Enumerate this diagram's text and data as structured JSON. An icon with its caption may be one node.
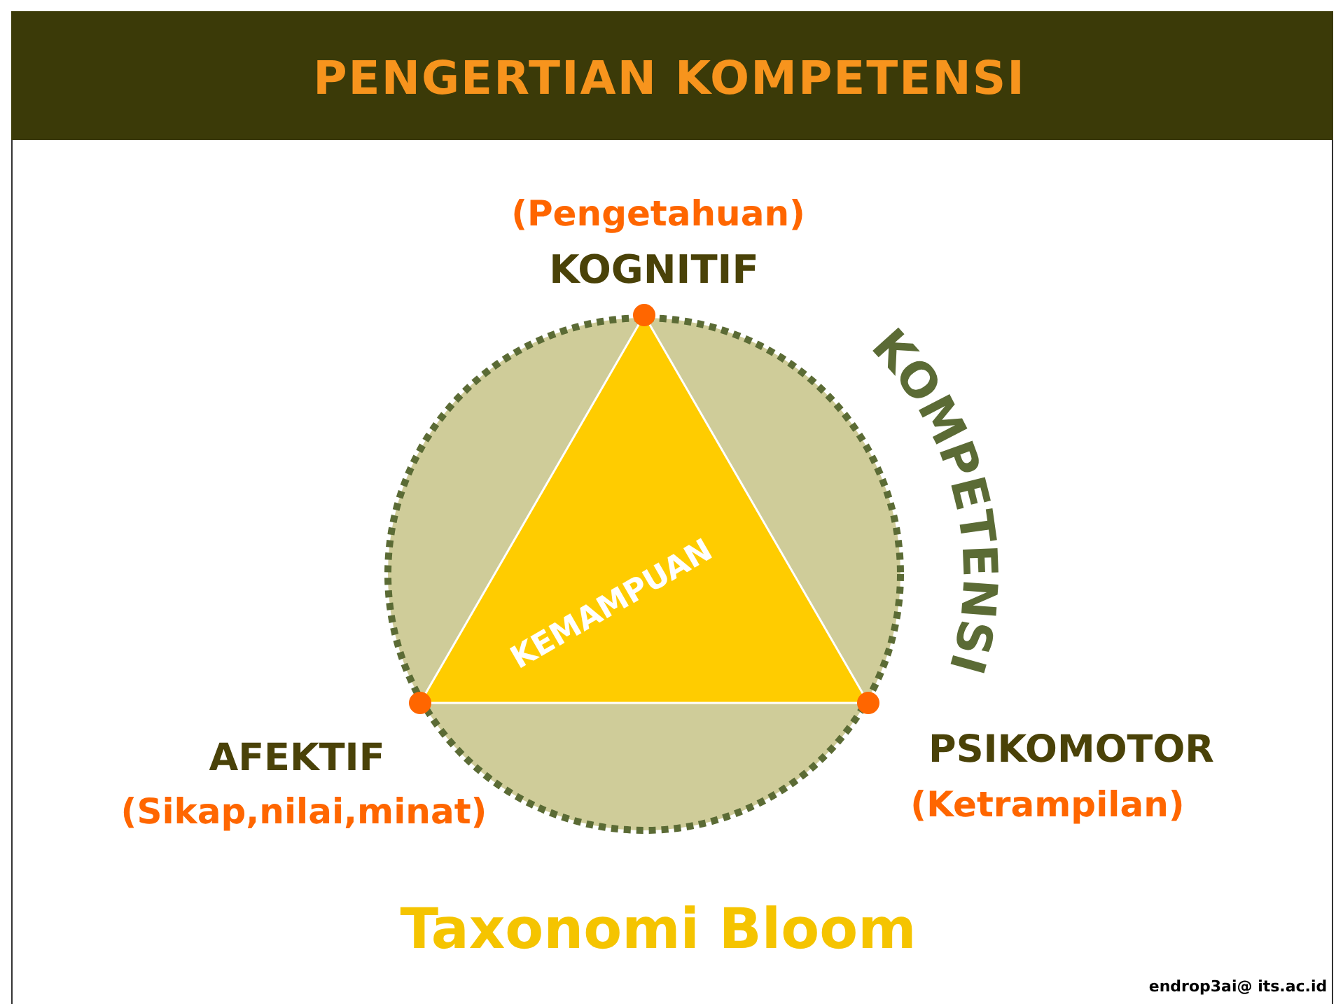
{
  "diagram": {
    "title": "PENGERTIAN KOMPETENSI",
    "caption": "Taxonomi Bloom",
    "nodes": [
      {
        "text": [],
        "shape": "circle",
        "beside": [
          "KOMPETENSI"
        ]
      },
      {
        "text": [
          "KEMAMPUAN"
        ],
        "in": 0
      }
    ],
    "labels": [
      "(Pengetahuan)",
      "KOGNITIF",
      "AFEKTIF",
      "(Sikap,nilai,minat)",
      "PSIKOMOTOR",
      "(Ketrampilan)",
      "endrop3ai@ its.ac.id"
    ]
  }
}
